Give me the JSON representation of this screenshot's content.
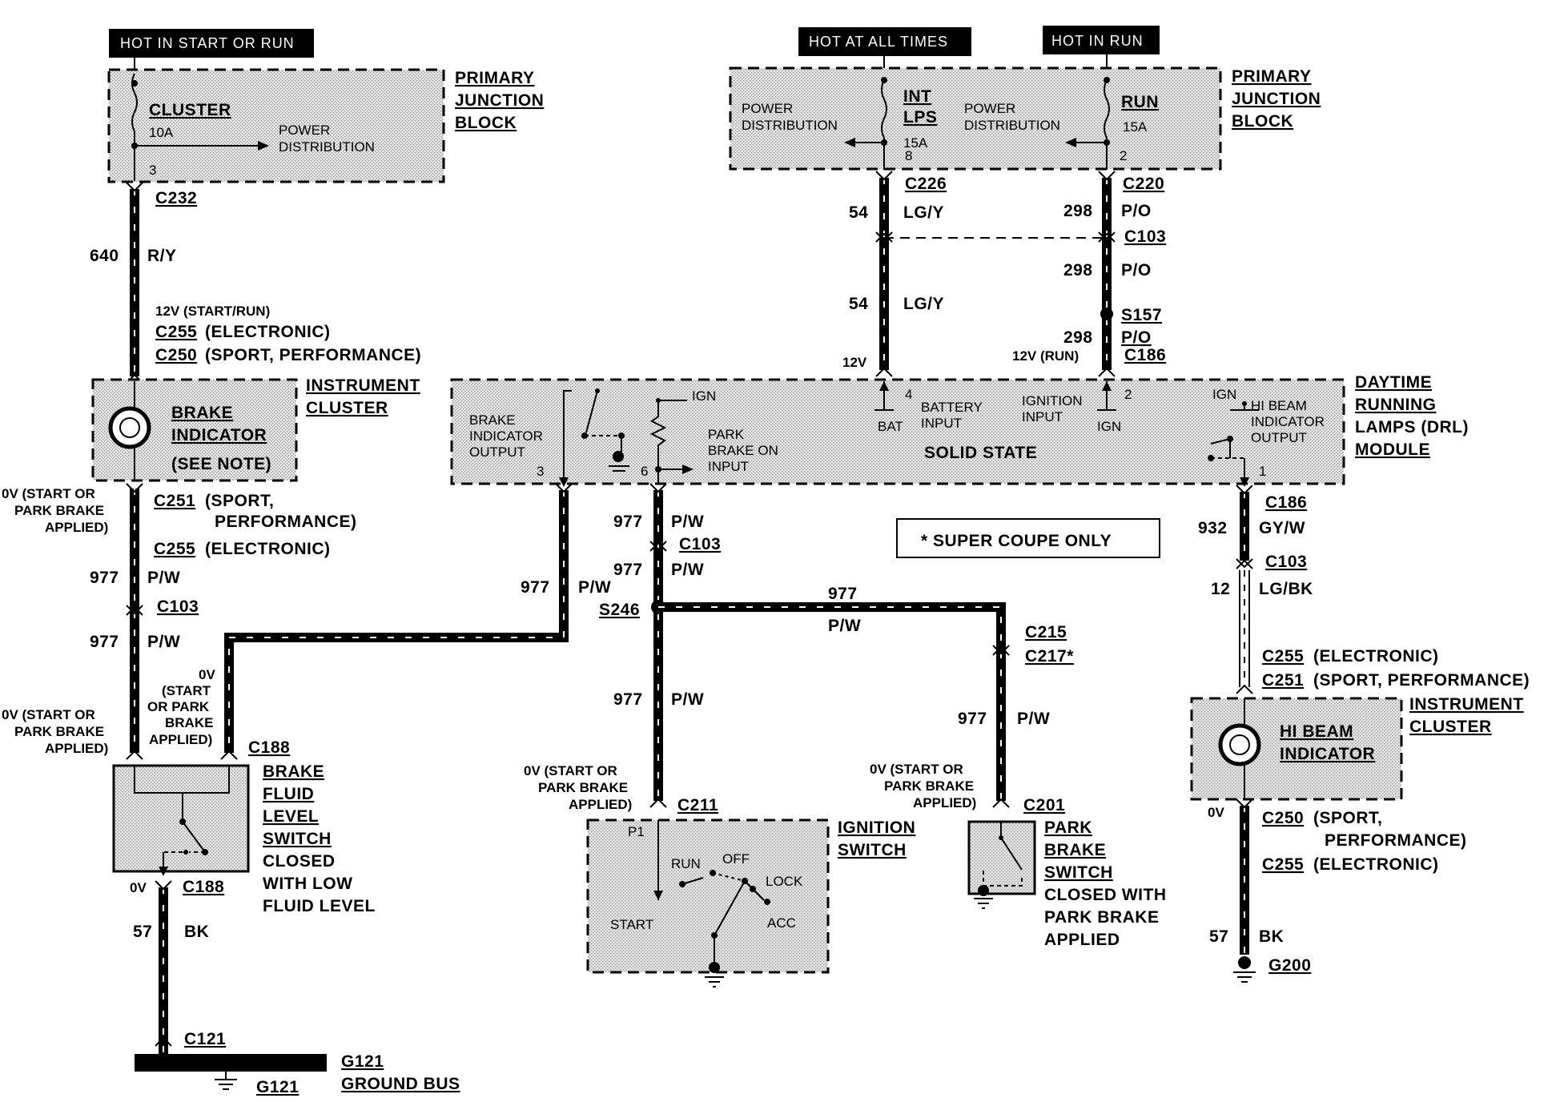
{
  "headers": {
    "left": "HOT IN START OR RUN",
    "middle": "HOT AT ALL TIMES",
    "right": "HOT IN RUN"
  },
  "pjb_left": {
    "title1": "PRIMARY",
    "title2": "JUNCTION",
    "title3": "BLOCK",
    "fuse": "CLUSTER",
    "amps": "10A",
    "pd1": "POWER",
    "pd2": "DISTRIBUTION",
    "pin": "3"
  },
  "pjb_right": {
    "title1": "PRIMARY",
    "title2": "JUNCTION",
    "title3": "BLOCK",
    "pd_a1": "POWER",
    "pd_a2": "DISTRIBUTION",
    "fuse_a1": "INT",
    "fuse_a2": "LPS",
    "amps_a": "15A",
    "pin_a": "8",
    "pd_b1": "POWER",
    "pd_b2": "DISTRIBUTION",
    "fuse_b": "RUN",
    "amps_b": "15A",
    "pin_b": "2"
  },
  "left_column": {
    "c232": "C232",
    "w640": "640",
    "ry": "R/Y",
    "v12": "12V (START/RUN)",
    "c255": "C255",
    "electronic": "(ELECTRONIC)",
    "c250": "C250",
    "sport_perf": "(SPORT, PERFORMANCE)",
    "ic_title1": "INSTRUMENT",
    "ic_title2": "CLUSTER",
    "brake1": "BRAKE",
    "brake2": "INDICATOR",
    "see_note": "(SEE NOTE)",
    "ov1a": "0V (START OR",
    "ov1b": "PARK BRAKE",
    "ov1c": "APPLIED)",
    "c251": "C251",
    "sport1": "(SPORT,",
    "perf1": "PERFORMANCE)",
    "c255b": "C255",
    "electronic2": "(ELECTRONIC)",
    "w977a": "977",
    "pw_a": "P/W",
    "c103": "C103",
    "w977b": "977",
    "pw_b": "P/W",
    "ov2a": "0V (START OR",
    "ov2b": "PARK BRAKE",
    "ov2c": "APPLIED)",
    "ov3a": "0V",
    "ov3b": "(START",
    "ov3c": "OR PARK",
    "ov3d": "BRAKE",
    "ov3e": "APPLIED)",
    "c188": "C188",
    "bf1": "BRAKE",
    "bf2": "FLUID",
    "bf3": "LEVEL",
    "bf4": "SWITCH",
    "bf5": "CLOSED",
    "bf6": "WITH LOW",
    "bf7": "FLUID LEVEL",
    "ov4": "0V",
    "c188b": "C188",
    "w57": "57",
    "bk": "BK",
    "c121": "C121",
    "g121a": "G121",
    "ground_bus": "GROUND BUS",
    "g121b": "G121"
  },
  "top_right": {
    "c226": "C226",
    "w54a": "54",
    "lgy_a": "LG/Y",
    "c220": "C220",
    "w298a": "298",
    "po_a": "P/O",
    "c103": "C103",
    "w298b": "298",
    "po_b": "P/O",
    "w54b": "54",
    "lgy_b": "LG/Y",
    "s157": "S157",
    "w298c": "298",
    "po_c": "P/O",
    "v12": "12V",
    "v12run": "12V (RUN)",
    "c186": "C186"
  },
  "drl": {
    "title1": "DAYTIME",
    "title2": "RUNNING",
    "title3": "LAMPS (DRL)",
    "title4": "MODULE",
    "bio1": "BRAKE",
    "bio2": "INDICATOR",
    "bio3": "OUTPUT",
    "pin3": "3",
    "ign1": "IGN",
    "pb1": "PARK",
    "pb2": "BRAKE ON",
    "pb3": "INPUT",
    "pin6": "6",
    "pin4": "4",
    "bat": "BAT",
    "bi1": "BATTERY",
    "bi2": "INPUT",
    "ii1": "IGNITION",
    "ii2": "INPUT",
    "pin2": "2",
    "ign2": "IGN",
    "solid_state": "SOLID STATE",
    "ign3": "IGN",
    "hb1": "HI BEAM",
    "hb2": "INDICATOR",
    "hb3": "OUTPUT",
    "pin1": "1"
  },
  "middle": {
    "w977a": "977",
    "pw_a": "P/W",
    "c103": "C103",
    "w977b": "977",
    "pw_b": "P/W",
    "w977c": "977",
    "pw_c": "P/W",
    "s246": "S246",
    "w977d": "977",
    "pw_d": "P/W",
    "w977e": "977",
    "pw_e": "P/W",
    "super_coupe": "* SUPER COUPE ONLY",
    "c215": "C215",
    "c217": "C217*",
    "w977f": "977",
    "pw_f": "P/W",
    "ov_a1": "0V (START OR",
    "ov_a2": "PARK BRAKE",
    "ov_a3": "APPLIED)",
    "c211": "C211",
    "is1": "IGNITION",
    "is2": "SWITCH",
    "p1": "P1",
    "run": "RUN",
    "off": "OFF",
    "lock": "LOCK",
    "start": "START",
    "acc": "ACC",
    "ov_b1": "0V (START OR",
    "ov_b2": "PARK BRAKE",
    "ov_b3": "APPLIED)",
    "c201": "C201",
    "pbs1": "PARK",
    "pbs2": "BRAKE",
    "pbs3": "SWITCH",
    "pbs4": "CLOSED WITH",
    "pbs5": "PARK BRAKE",
    "pbs6": "APPLIED"
  },
  "right_column": {
    "c186": "C186",
    "w932": "932",
    "gyw": "GY/W",
    "c103": "C103",
    "w12": "12",
    "lgbk": "LG/BK",
    "c255": "C255",
    "electronic": "(ELECTRONIC)",
    "c251": "C251",
    "sport_perf": "(SPORT, PERFORMANCE)",
    "ic1": "INSTRUMENT",
    "ic2": "CLUSTER",
    "hb1": "HI BEAM",
    "hb2": "INDICATOR",
    "ov": "0V",
    "c250": "C250",
    "sport": "(SPORT,",
    "perf": "PERFORMANCE)",
    "c255b": "C255",
    "electronic2": "(ELECTRONIC)",
    "w57": "57",
    "bk": "BK",
    "g200": "G200"
  }
}
